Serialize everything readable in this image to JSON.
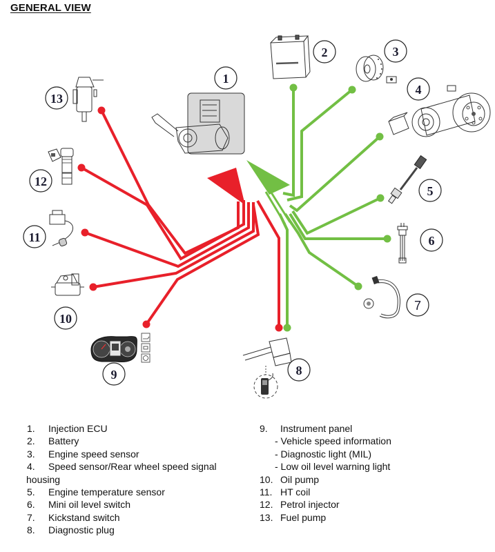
{
  "title": "GENERAL VIEW",
  "colors": {
    "output_wires": "#e8202a",
    "input_wires": "#72bf44",
    "outline": "#333333"
  },
  "components": [
    {
      "number": "1",
      "name": "Injection ECU",
      "icon": "ecu-throttle-body-icon",
      "wire": "none"
    },
    {
      "number": "2",
      "name": "Battery",
      "icon": "battery-icon",
      "wire": "green"
    },
    {
      "number": "3",
      "name": "Engine speed sensor",
      "icon": "flywheel-sensor-icon",
      "wire": "green"
    },
    {
      "number": "4",
      "name": "Speed sensor/Rear wheel speed signal housing",
      "icon": "drive-belt-housing-icon",
      "wire": "green"
    },
    {
      "number": "5",
      "name": "Engine temperature sensor",
      "icon": "temperature-sensor-icon",
      "wire": "green"
    },
    {
      "number": "6",
      "name": "Mini oil level switch",
      "icon": "oil-level-switch-icon",
      "wire": "green"
    },
    {
      "number": "7",
      "name": "Kickstand switch",
      "icon": "kickstand-switch-icon",
      "wire": "green"
    },
    {
      "number": "8",
      "name": "Diagnostic plug",
      "icon": "diagnostic-plug-icon",
      "wire": "red+green"
    },
    {
      "number": "9",
      "name": "Instrument panel",
      "icon": "instrument-panel-icon",
      "wire": "red"
    },
    {
      "number": "10",
      "name": "Oil pump",
      "icon": "oil-pump-icon",
      "wire": "red"
    },
    {
      "number": "11",
      "name": "HT coil",
      "icon": "ht-coil-icon",
      "wire": "red"
    },
    {
      "number": "12",
      "name": "Petrol injector",
      "icon": "petrol-injector-icon",
      "wire": "red"
    },
    {
      "number": "13",
      "name": "Fuel pump",
      "icon": "fuel-pump-icon",
      "wire": "red"
    }
  ],
  "instrument_panel_indicators": [
    "oil-can-icon",
    "engine-check-icon",
    "speed-dial-icon"
  ],
  "legend": {
    "left": [
      {
        "num": "1.",
        "text": "Injection ECU"
      },
      {
        "num": "2.",
        "text": "Battery"
      },
      {
        "num": "3.",
        "text": "Engine speed sensor"
      },
      {
        "num": "4.",
        "text": "Speed sensor/Rear wheel speed signal",
        "cont": "housing"
      },
      {
        "num": "5.",
        "text": "Engine temperature sensor"
      },
      {
        "num": "6.",
        "text": "Mini oil level switch"
      },
      {
        "num": "7.",
        "text": "Kickstand switch"
      },
      {
        "num": "8.",
        "text": "Diagnostic plug"
      }
    ],
    "right": [
      {
        "num": "9.",
        "text": "Instrument panel"
      },
      {
        "sub": "- Vehicle speed information"
      },
      {
        "sub": "- Diagnostic light (MIL)"
      },
      {
        "sub": "- Low oil level warning light"
      },
      {
        "num": "10.",
        "text": "Oil pump"
      },
      {
        "num": "11.",
        "text": "HT coil"
      },
      {
        "num": "12.",
        "text": "Petrol injector"
      },
      {
        "num": "13.",
        "text": "Fuel pump"
      }
    ]
  }
}
